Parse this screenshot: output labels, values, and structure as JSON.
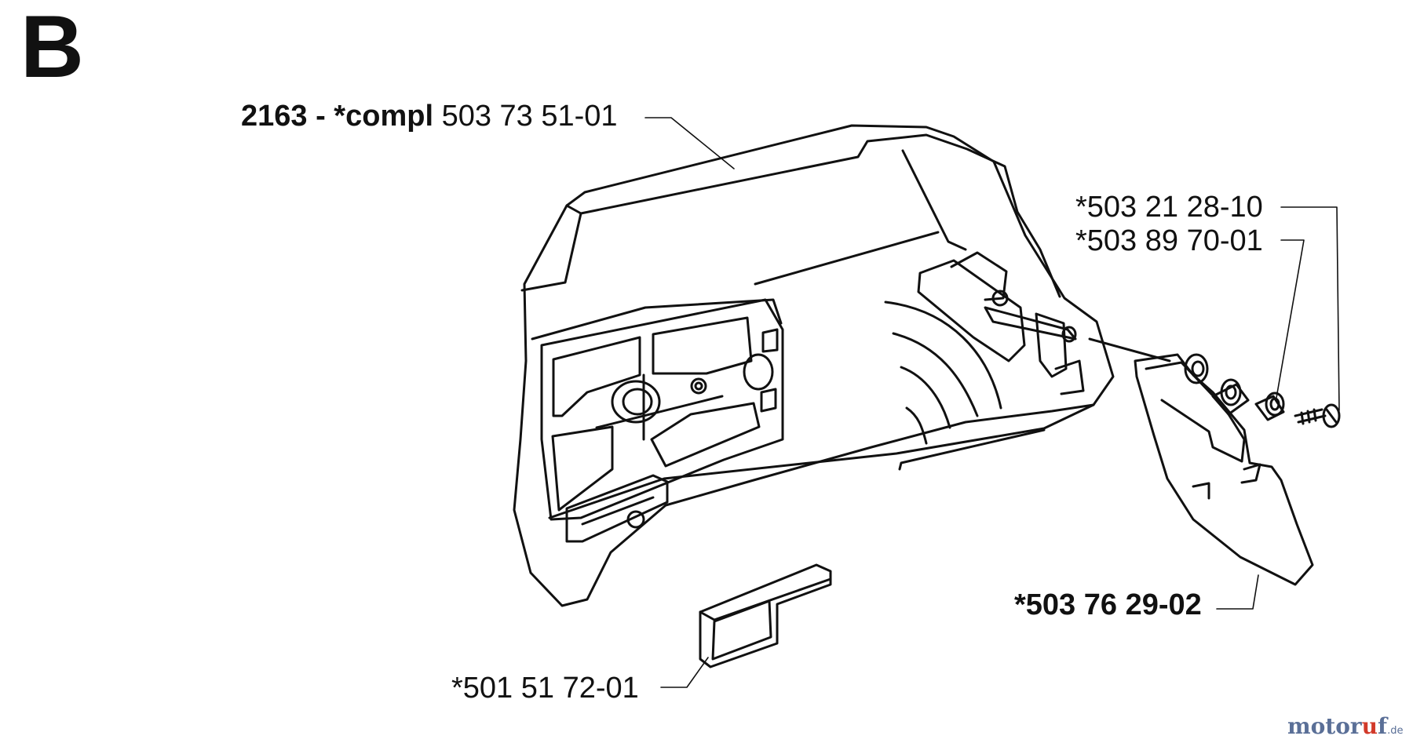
{
  "section": {
    "letter": "B"
  },
  "labels": {
    "main_assembly": {
      "number": "2163 - *compl",
      "part": "503 73 51-01"
    },
    "screw_label": "*503 21 28-10",
    "bushing_label": "*503 89 70-01",
    "chain_guard_label": "*503 76 29-02",
    "bumper_label": "*501 51 72-01"
  },
  "watermark": {
    "motor": "motor",
    "accent": "u",
    "rest": "f",
    "tld": ".de"
  },
  "colors": {
    "ink": "#111111",
    "watermark_blue": "#5a6f97",
    "watermark_red": "#d23a2a"
  }
}
